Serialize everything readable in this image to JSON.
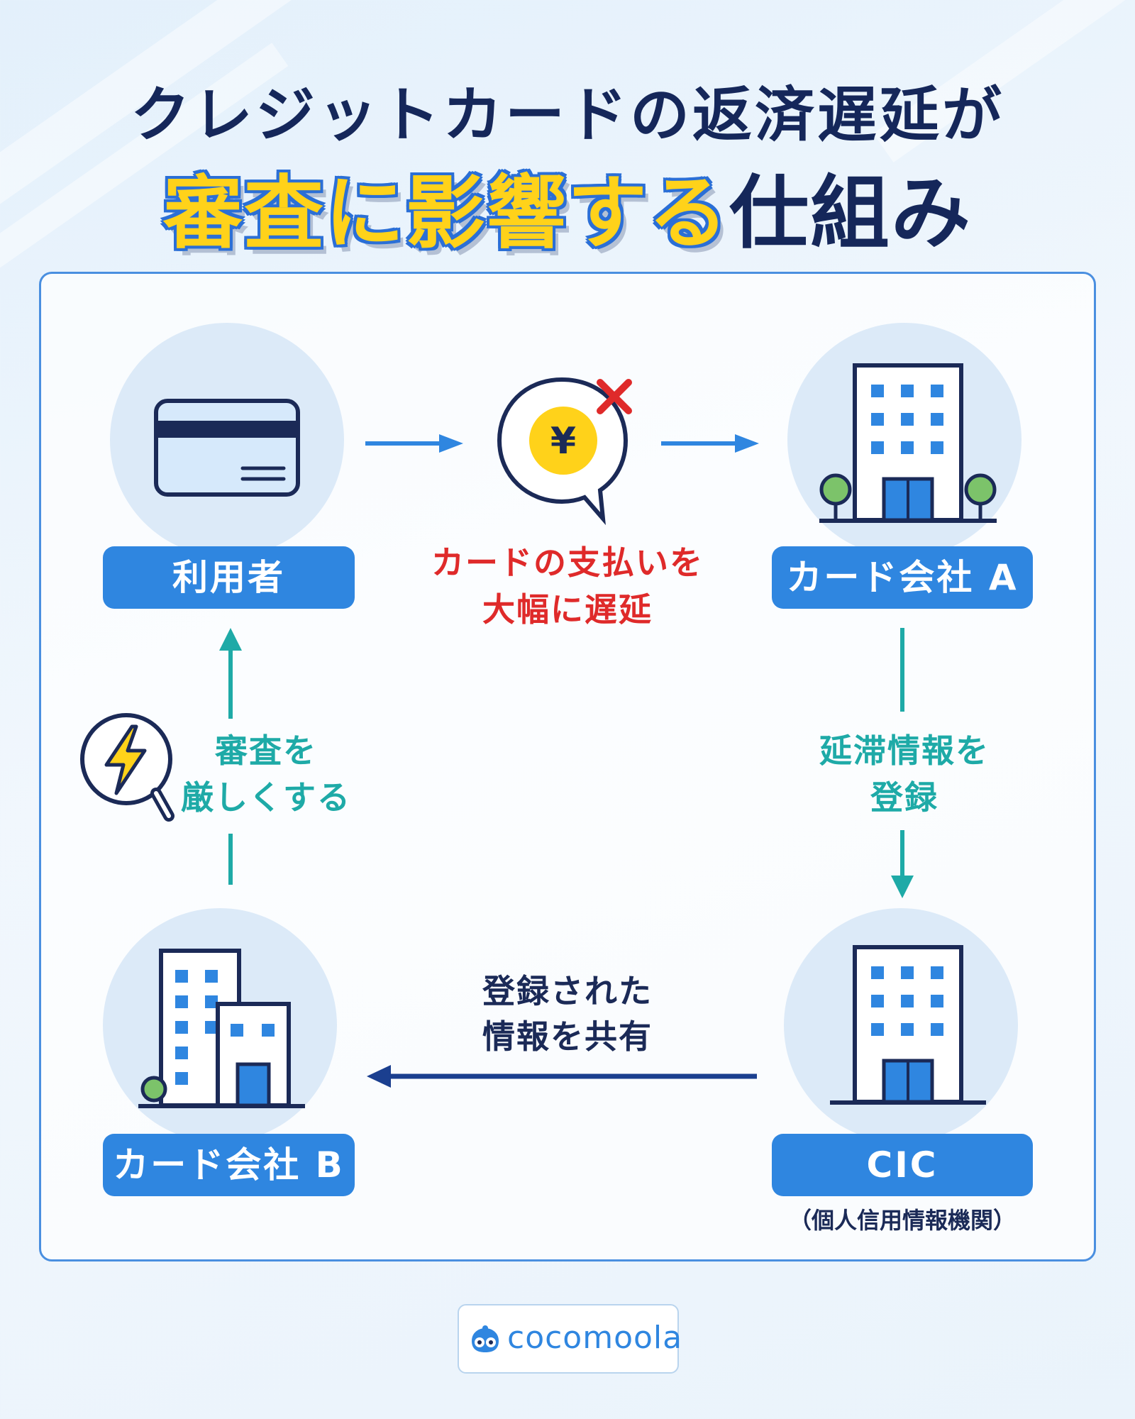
{
  "title": {
    "line1": "クレジットカードの返済遅延が",
    "highlight": "審査に影響する",
    "rest": "仕組み"
  },
  "nodes": {
    "user": {
      "label": "利用者",
      "icon": "credit-card-icon"
    },
    "company_a": {
      "label": "カード会社 A",
      "icon": "office-building-icon"
    },
    "cic": {
      "label": "CIC",
      "sub": "（個人信用情報機関）",
      "icon": "office-building-icon"
    },
    "company_b": {
      "label": "カード会社 B",
      "icon": "office-buildings-icon"
    }
  },
  "steps": {
    "late_payment": {
      "line1": "カードの支払いを",
      "line2": "大幅に遅延",
      "icon": "yen-bubble-cross-icon"
    },
    "register": {
      "line1": "延滞情報を",
      "line2": "登録"
    },
    "share": {
      "line1": "登録された",
      "line2": "情報を共有"
    },
    "strict": {
      "line1": "審査を",
      "line2": "厳しくする",
      "icon": "lightning-search-icon"
    }
  },
  "brand": {
    "name": "cocomoola",
    "icon": "cocomoola-logo-icon"
  },
  "colors": {
    "title_navy": "#15275a",
    "highlight_yellow": "#ffd21a",
    "label_blue": "#2f86e0",
    "alert_red": "#df2a2a",
    "teal": "#1eaaa7",
    "panel_border": "#4a8fe0"
  }
}
